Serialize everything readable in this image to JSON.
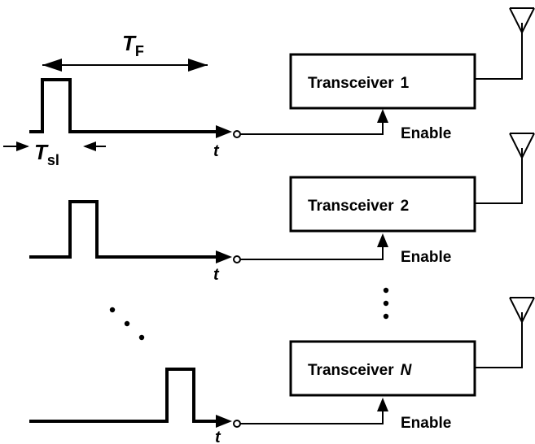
{
  "timing": {
    "frame_symbol": "T",
    "frame_subscript": "F",
    "slot_symbol": "T",
    "slot_subscript": "sl",
    "time_axis_label": "t"
  },
  "transceivers": [
    {
      "name": "Transceiver",
      "index": "1",
      "enable_label": "Enable"
    },
    {
      "name": "Transceiver",
      "index": "2",
      "enable_label": "Enable"
    },
    {
      "name": "Transceiver",
      "index": "N",
      "enable_label": "Enable"
    }
  ]
}
